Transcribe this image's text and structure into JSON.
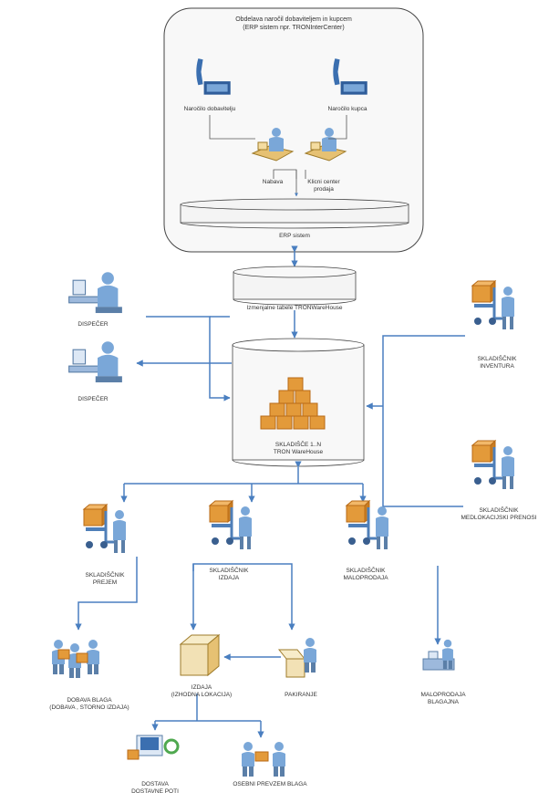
{
  "top_box": {
    "title_line1": "Obdelava naročil dobaviteljem in kupcem",
    "title_line2": "(ERP sistem npr. TRONInterCenter)"
  },
  "nodes": {
    "orders_suppliers": "Naročilo dobavitelju",
    "orders_customers": "Naročilo kupca",
    "procurement": "Nabava",
    "sales_center": "Klicni center\nprodaja",
    "erp": "ERP sistem",
    "exchange": "Izmenjalne tabele TRONWareHouse",
    "dispatcher1": "DISPEČER",
    "dispatcher2": "DISPEČER",
    "warehouse": "SKLADIŠČE 1..N\nTRON WareHouse",
    "inventory_worker": "SKLADIŠČNIK\nINVENTURA",
    "transfer_worker": "SKLADIŠČNIK\nMEDLOKACIJSKI PRENOSI",
    "receive_worker": "SKLADIŠČNIK\nPREJEM",
    "issue_worker": "SKLADIŠČNIK\nIZDAJA",
    "retail_worker": "SKLADIŠČNIK\nMALOPRODAJA",
    "goods_supply": "DOBAVA BLAGA\n(DOBAVA , STORNO IZDAJA)",
    "issue": "IZDAJA\n(IZHODNA LOKACIJA)",
    "packing": "PAKIRANJE",
    "retail_cash": "MALOPRODAJA\nBLAGAJNA",
    "delivery": "DOSTAVA\nDOSTAVNE POTI",
    "pickup": "OSEBNI PREVZEM BLAGA"
  },
  "colors": {
    "arrow": "#4a7fc0",
    "box_line": "#444444",
    "box_fill": "#f8f8f8",
    "person": "#7aa7d8",
    "cart": "#4f7fb8",
    "parcel": "#e39a3a",
    "parcel_dark": "#b86a16"
  }
}
